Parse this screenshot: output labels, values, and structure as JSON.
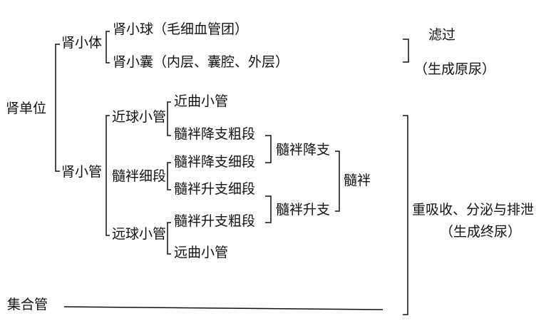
{
  "root": "肾单位",
  "renal_corpuscle": {
    "label": "肾小体",
    "glomerulus": "肾小球（毛细血管团）",
    "capsule": "肾小囊（内层、囊腔、外层）"
  },
  "renal_tubule": {
    "label": "肾小管",
    "proximal": {
      "label": "近球小管",
      "convoluted": "近曲小管",
      "thick_descending": "髓袢降支粗段"
    },
    "loop_thin": {
      "label": "髓袢细段",
      "thin_descending": "髓袢降支细段",
      "thin_ascending": "髓袢升支细段"
    },
    "distal": {
      "label": "远球小管",
      "thick_ascending": "髓袢升支粗段",
      "convoluted": "远曲小管"
    }
  },
  "loop": {
    "descending": "髓袢降支",
    "ascending": "髓袢升支",
    "label": "髓袢"
  },
  "collecting_duct": "集合管",
  "functions": {
    "filtration": "滤过",
    "filtration_note": "（生成原尿）",
    "reabsorption": "重吸收、分泌与排泄",
    "reabsorption_note": "（生成终尿）"
  }
}
